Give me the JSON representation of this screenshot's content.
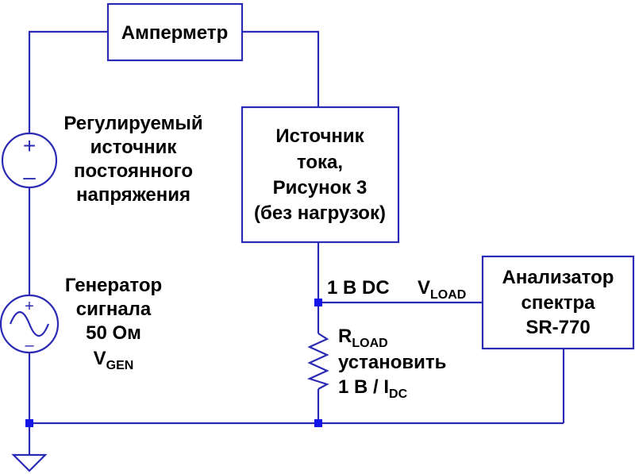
{
  "colors": {
    "wire": "#2a2ab4",
    "node": "#1515e8",
    "text": "#000000",
    "background": "#ffffff"
  },
  "ammeter": {
    "label": "Амперметр"
  },
  "dc_source": {
    "lines": [
      "Регулируемый",
      "источник",
      "постоянного",
      "напряжения"
    ],
    "plus": "+",
    "minus": "–"
  },
  "current_source": {
    "lines": [
      "Источник",
      "тока,",
      "Рисунок 3",
      "(без нагрузок)"
    ]
  },
  "generator": {
    "lines": [
      "Генератор",
      "сигнала",
      "50 Ом"
    ],
    "v_main": "V",
    "v_sub": "GEN",
    "plus": "+",
    "minus": "–"
  },
  "node_label": "1 В DC",
  "v_load": {
    "main": "V",
    "sub": "LOAD"
  },
  "analyzer": {
    "lines": [
      "Анализатор",
      "спектра",
      "SR-770"
    ]
  },
  "resistor": {
    "r_main": "R",
    "r_sub": "LOAD",
    "line2": "установить",
    "line3_main": "1 В / I",
    "line3_sub": "DC"
  }
}
